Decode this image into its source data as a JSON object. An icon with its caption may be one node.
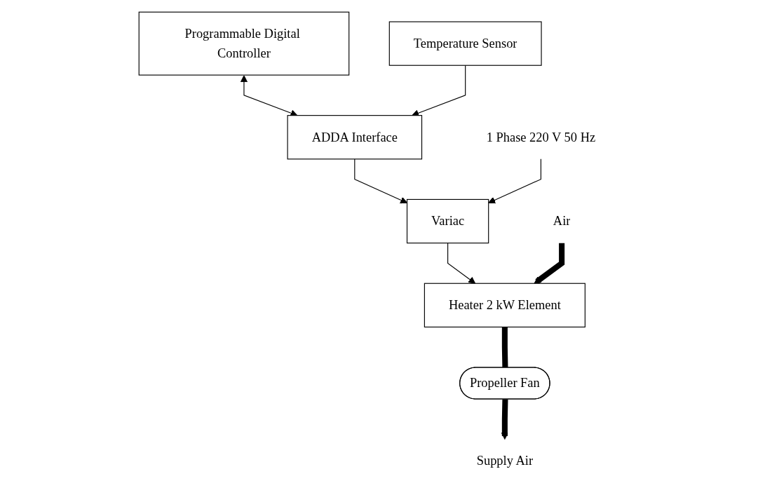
{
  "diagram": {
    "nodes": [
      {
        "text": [
          "Programmable Digital Controller"
        ]
      },
      {
        "text": [
          "ADDA Interface"
        ]
      },
      {
        "text": [
          "1 Phase 220 V 50 Hz"
        ]
      },
      {
        "text": [
          "Variac"
        ]
      },
      {
        "text": [
          "Air"
        ]
      },
      {
        "text": [
          "Heater 2 kW Element"
        ]
      },
      {
        "text": [
          "Temperature Sensor"
        ]
      },
      {
        "text": [
          "Propeller Fan"
        ]
      },
      {
        "text": [
          "Supply Air"
        ]
      }
    ],
    "edges": [
      {
        "from": 0,
        "to": 1,
        "arrow": "both"
      },
      {
        "from": 1,
        "to": 3,
        "arrow": "to"
      },
      {
        "from": 2,
        "to": 3,
        "arrow": "to"
      },
      {
        "from": 3,
        "to": 5,
        "arrow": "to"
      },
      {
        "from": 6,
        "to": 1,
        "arrow": "to"
      },
      {
        "from": 4,
        "to": 5,
        "arrow": "to",
        "style": "thick"
      },
      {
        "from": 5,
        "to": 7,
        "arrow": "none",
        "style": "thick"
      },
      {
        "from": 7,
        "to": 8,
        "arrow": "to",
        "style": "thick"
      }
    ]
  }
}
